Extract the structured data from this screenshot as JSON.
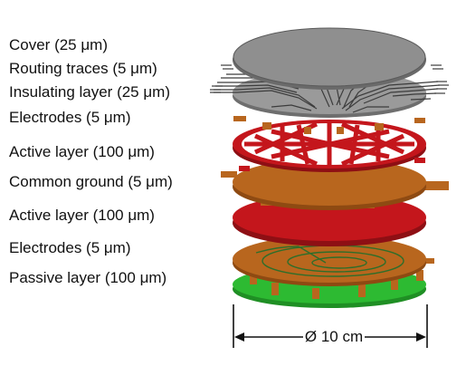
{
  "layers": [
    {
      "label": "Cover (25 μm)"
    },
    {
      "label": "Routing traces (5 μm)"
    },
    {
      "label": "Insulating layer (25 μm)"
    },
    {
      "label": "Electrodes (5 μm)"
    },
    {
      "label": "Active layer (100 μm)"
    },
    {
      "label": "Common ground (5 μm)"
    },
    {
      "label": "Active layer (100 μm)"
    },
    {
      "label": "Electrodes (5 μm)"
    },
    {
      "label": "Passive layer (100 μm)"
    }
  ],
  "dimension": {
    "label": "Ø 10 cm"
  },
  "colors": {
    "cover": "#8f8f8f",
    "insulating": "#9a9a9a",
    "routing": "#3c3c3c",
    "electrode": "#b8661e",
    "active": "#c4161c",
    "ground": "#b8661e",
    "passive": "#2dba32"
  }
}
